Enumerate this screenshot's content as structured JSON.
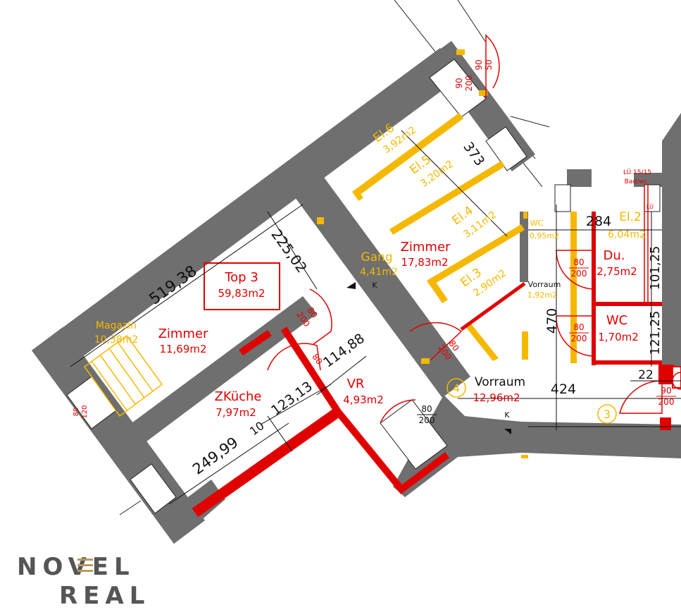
{
  "colors": {
    "wall": "#6f6f6f",
    "red": "#e00000",
    "yellow": "#f5b800",
    "dim": "#111111",
    "logo_grey": "#555555",
    "logo_gold": "#b89a5a"
  },
  "unit": {
    "title": "Top 3",
    "area": "59,83m2"
  },
  "rooms": {
    "magazin": {
      "name": "Magazin",
      "area": "10,38m2"
    },
    "zimmer_left": {
      "name": "Zimmer",
      "area": "11,69m2"
    },
    "zimmer_main": {
      "name": "Zimmer",
      "area": "17,83m2"
    },
    "gang": {
      "name": "Gang",
      "area": "4,41m2"
    },
    "el6": {
      "name": "El.6",
      "area": "3,92m2"
    },
    "el5": {
      "name": "El.5",
      "area": "3,20m2"
    },
    "el4": {
      "name": "El.4",
      "area": "3,11m2"
    },
    "el3": {
      "name": "El.3",
      "area": "2,90m2"
    },
    "el2": {
      "name": "El.2",
      "area": "6,04m2"
    },
    "zkueche": {
      "name": "ZKüche",
      "area": "7,97m2"
    },
    "vr": {
      "name": "VR",
      "area": "4,93m2"
    },
    "vorraum": {
      "name": "Vorraum",
      "area": "12,96m2"
    },
    "vorraum_small": {
      "name": "Vorraum",
      "area": "1,92m2"
    },
    "wc_small": {
      "name": "WC",
      "area": "0,95m2"
    },
    "du": {
      "name": "Du.",
      "area": "2,75m2"
    },
    "wc": {
      "name": "WC",
      "area": "1,70m2"
    }
  },
  "dimensions": {
    "d519": "519,38",
    "d225": "225,02",
    "d373": "373",
    "d114": "114,88",
    "d123": "123,13",
    "d10": "10",
    "d249": "249,99",
    "d424": "424",
    "d470": "470",
    "d284": "284",
    "d101": "101,25",
    "d121": "121,25",
    "d22": "22"
  },
  "doors": {
    "d1": [
      "80",
      "200"
    ],
    "d2": [
      "80",
      "200"
    ],
    "d3": [
      "80",
      "200"
    ],
    "d4": [
      "80",
      "200"
    ],
    "d5": [
      "80",
      "200"
    ],
    "d6": [
      "80",
      "200"
    ],
    "d7": [
      "90",
      "200"
    ],
    "d8": [
      "80",
      "120"
    ],
    "d9": [
      "90",
      "200"
    ],
    "d10": [
      "90",
      "50"
    ],
    "d11": [
      "80",
      "200"
    ]
  },
  "markers": {
    "k1": "K",
    "k2": "K",
    "entry4": "4",
    "entry3": "3"
  },
  "vent": {
    "line1": "LÜ.15/15",
    "line2": "Bad/wc",
    "small": "LÜ"
  },
  "logo": {
    "line1": "NOVEL",
    "line2": "REAL"
  }
}
